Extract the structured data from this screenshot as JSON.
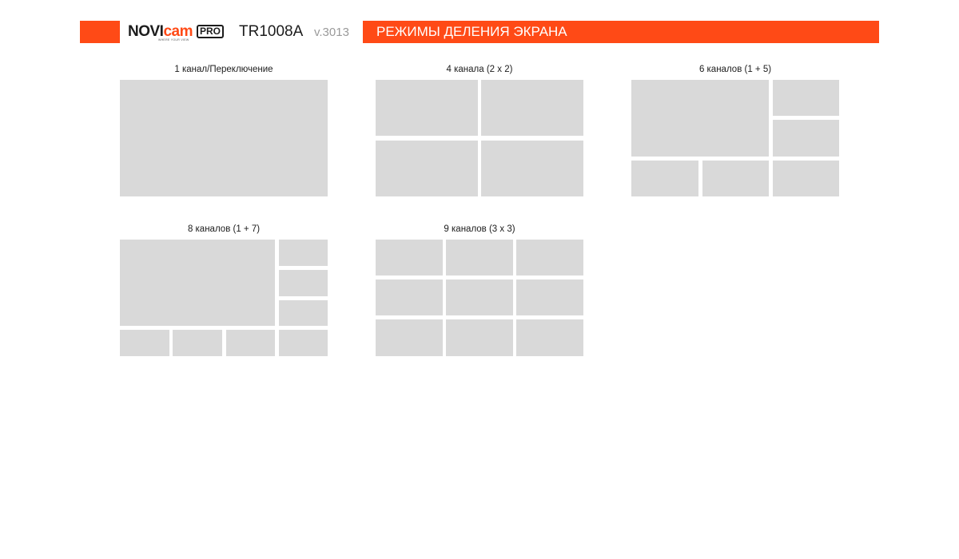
{
  "header": {
    "brand_main": "NOVI",
    "brand_accent": "cam",
    "brand_pro": "PRO",
    "brand_tagline": "WHERE YOUR VIEW",
    "model": "TR1008A",
    "version": "v.3013",
    "section_title": "РЕЖИМЫ ДЕЛЕНИЯ ЭКРАНА"
  },
  "colors": {
    "accent": "#ff4a16",
    "cell": "#d9d9d9"
  },
  "layouts": [
    {
      "label": "1 канал/Переключение"
    },
    {
      "label": "4 канала (2 x 2)"
    },
    {
      "label": "6 каналов (1 + 5)"
    },
    {
      "label": "8 каналов (1 + 7)"
    },
    {
      "label": "9 каналов (3 x 3)"
    }
  ]
}
